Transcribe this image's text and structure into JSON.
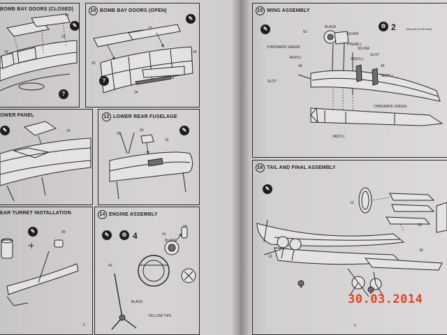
{
  "left_page": {
    "panels": [
      {
        "number": "",
        "title": "BOMB BAY DOORS (CLOSED)"
      },
      {
        "number": "10",
        "title": "BOMB BAY DOORS (OPEN)"
      },
      {
        "number": "",
        "title": "OWER PANEL"
      },
      {
        "number": "12",
        "title": "LOWER REAR FUSELAGE"
      },
      {
        "number": "",
        "title": "EAR TURRET INSTALLATION"
      },
      {
        "number": "14",
        "title": "ENGINE ASSEMBLY"
      }
    ],
    "engine_qty": "4",
    "labels": {
      "black_engine": "BLACK",
      "black_prop": "BLACK",
      "yellow_tips": "YELLOW TIPS"
    },
    "page_number": "5"
  },
  "right_page": {
    "panels": [
      {
        "number": "15",
        "title": "WING ASSEMBLY"
      },
      {
        "number": "16",
        "title": "TAIL AND FINAL ASSEMBLY"
      }
    ],
    "wing_qty": "2",
    "wing_note": "(Repeat for left side)",
    "labels": {
      "black": "BLACK",
      "silver1": "SILVER",
      "chromate1": "CHROMATE GREEN",
      "silver2": "SILVER",
      "chromate2": "CHROMATE GREEN",
      "page_number": "6"
    }
  },
  "photo_date": "30.03.2014"
}
